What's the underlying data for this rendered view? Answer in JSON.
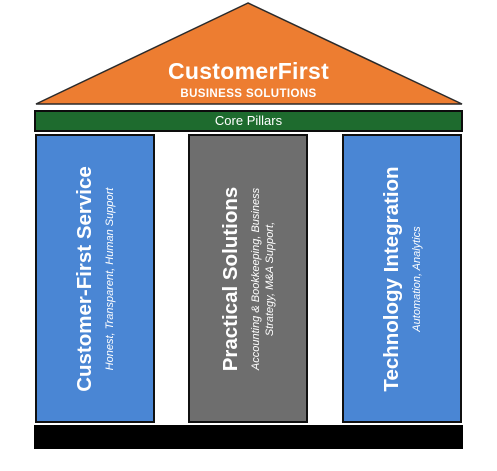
{
  "colors": {
    "roof": "#ed7d31",
    "core_bar": "#1e6b2e",
    "pillar_blue": "#4a86d4",
    "pillar_gray": "#6e6e6e",
    "base": "#000000"
  },
  "roof": {
    "brand_name": "CustomerFirst",
    "tagline": "BUSINESS SOLUTIONS"
  },
  "core_bar": {
    "label": "Core Pillars"
  },
  "pillars": [
    {
      "title": "Customer-First Service",
      "subtitle": "Honest, Transparent, Human Support",
      "color": "#4a86d4"
    },
    {
      "title": "Practical Solutions",
      "subtitle": "Accounting & Bookkeeping, Business Strategy, M&A Support,",
      "color": "#6e6e6e"
    },
    {
      "title": "Technology Integration",
      "subtitle": "Automation, Analytics",
      "color": "#4a86d4"
    }
  ]
}
